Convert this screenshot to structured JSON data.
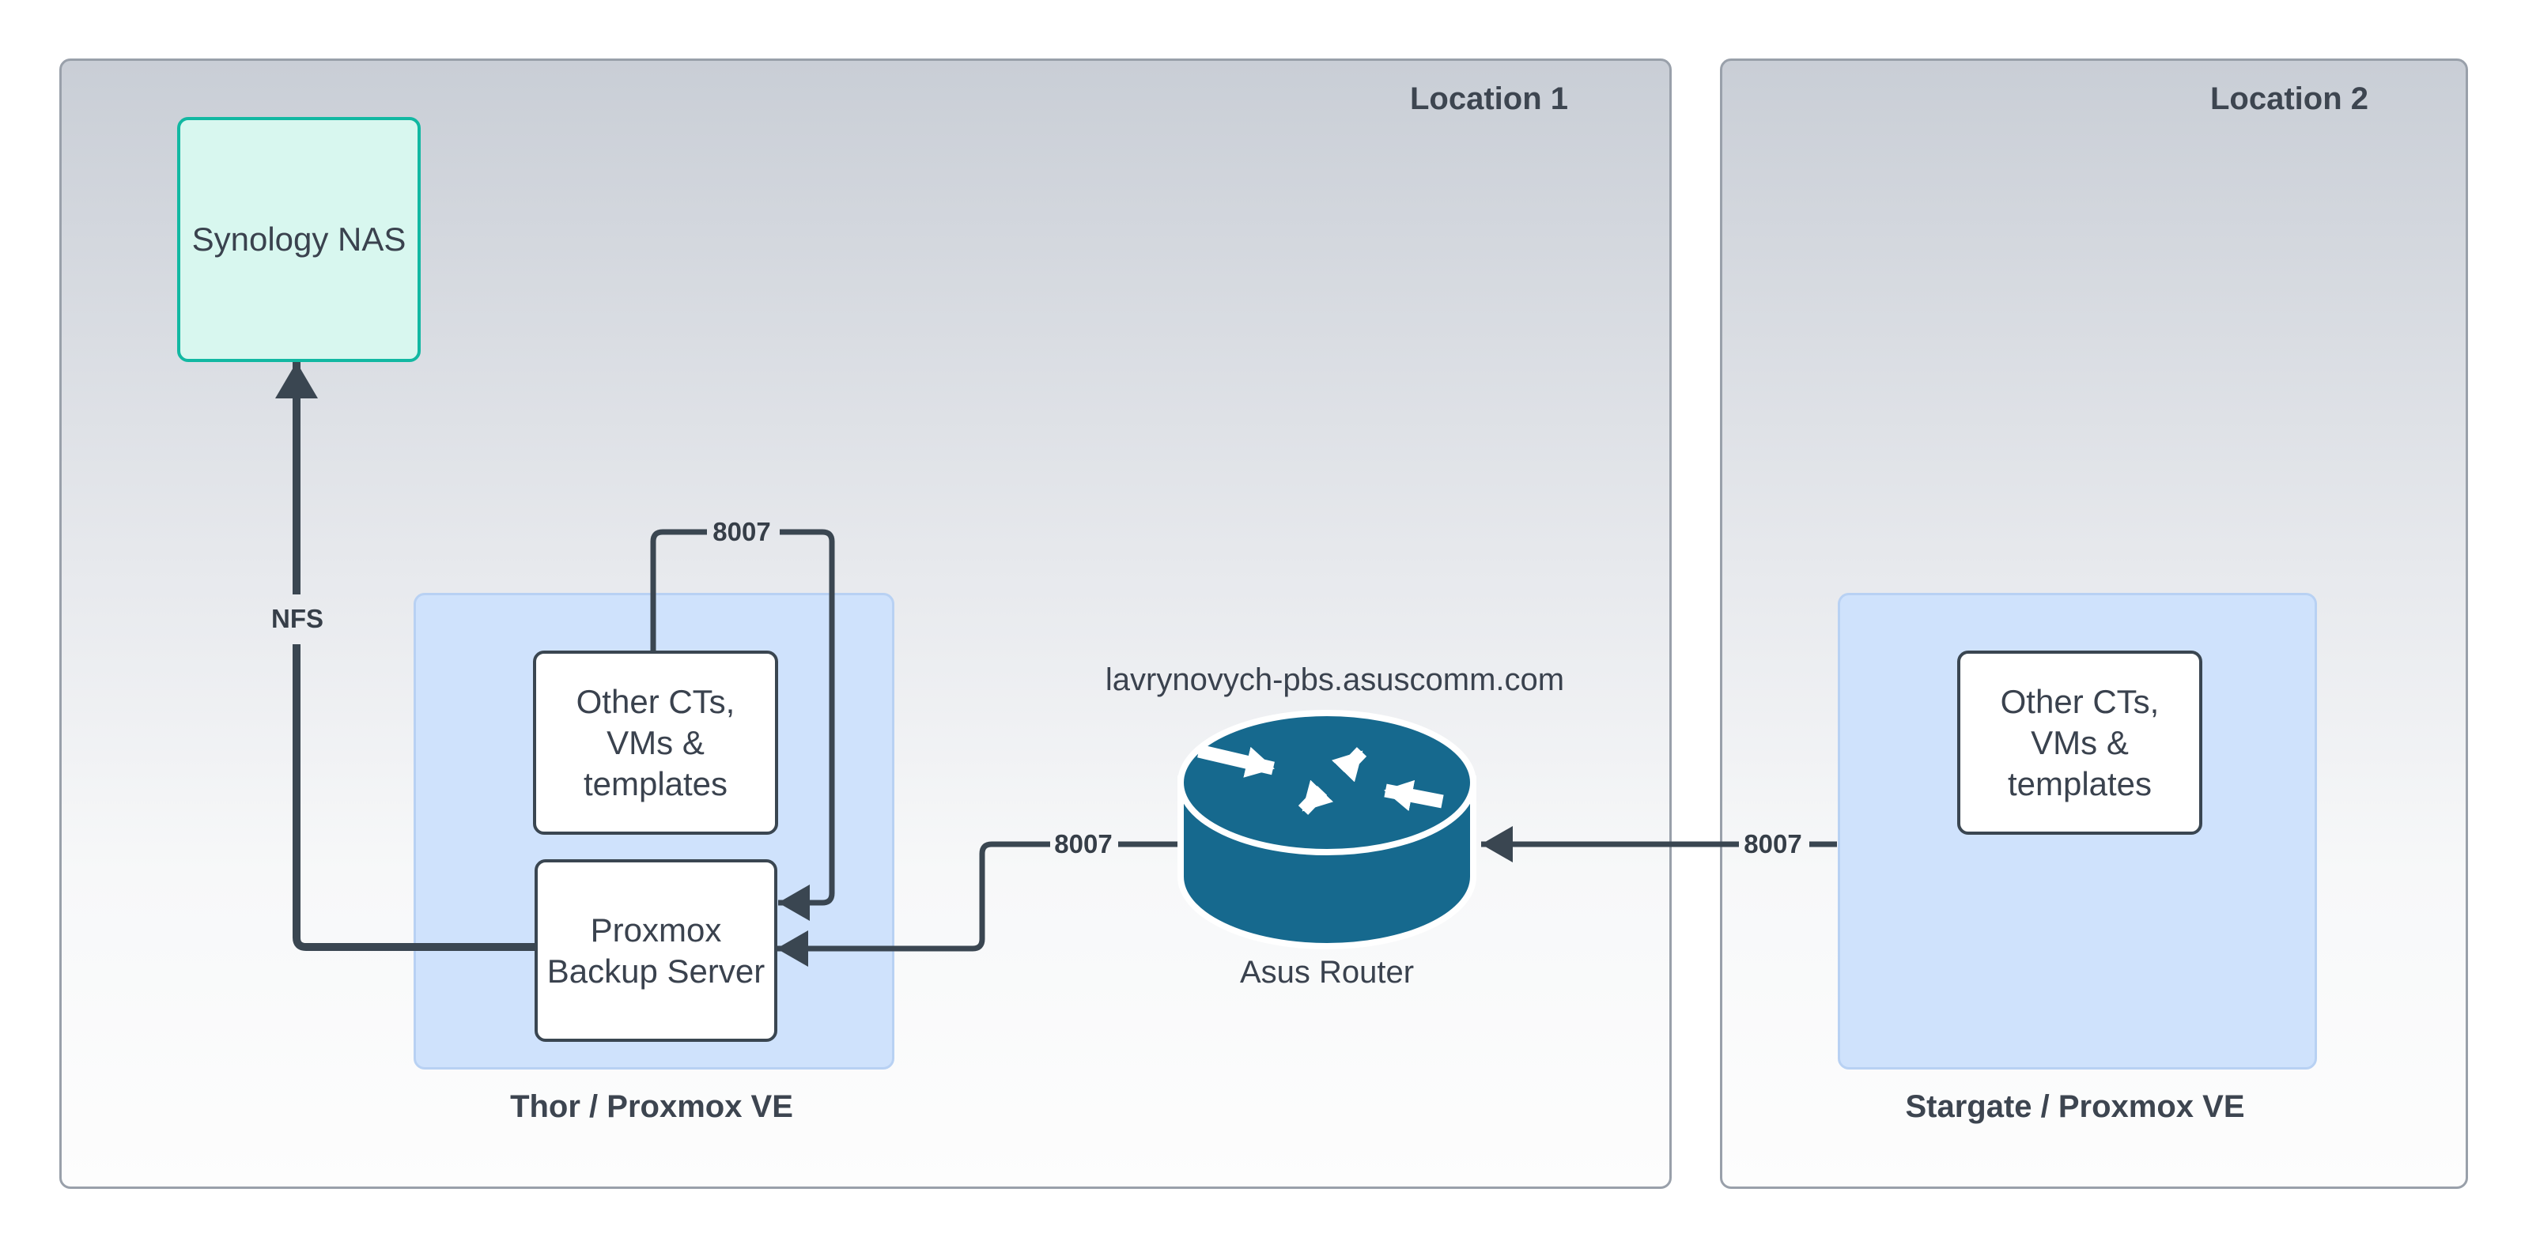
{
  "locations": [
    {
      "title": "Location 1"
    },
    {
      "title": "Location 2"
    }
  ],
  "nodes": {
    "synology_nas": {
      "label": "Synology NAS"
    },
    "thor_group": {
      "label": "Thor / Proxmox VE"
    },
    "thor_other_cts": {
      "label": "Other CTs,\nVMs &\ntemplates"
    },
    "proxmox_backup_server": {
      "label": "Proxmox\nBackup Server"
    },
    "router": {
      "hostname": "lavrynovych-pbs.asuscomm.com",
      "label": "Asus Router"
    },
    "stargate_group": {
      "label": "Stargate / Proxmox VE"
    },
    "stargate_other_cts": {
      "label": "Other CTs,\nVMs &\ntemplates"
    }
  },
  "edges": {
    "pbs_to_nas": {
      "label": "NFS"
    },
    "local_backup_loop": {
      "label": "8007"
    },
    "router_to_pbs": {
      "label": "8007"
    },
    "stargate_to_router": {
      "label": "8007"
    }
  },
  "colors": {
    "connector": "#3a4651",
    "router_fill": "#16698e",
    "nas_fill": "#d8f7ef",
    "nas_border": "#12b8a2",
    "group_fill": "#cfe2fc",
    "location_border": "#99a0aa",
    "location_gradient_top": "#c9ced6",
    "location_gradient_bottom": "#fdfdfd",
    "text": "#3a424e"
  }
}
